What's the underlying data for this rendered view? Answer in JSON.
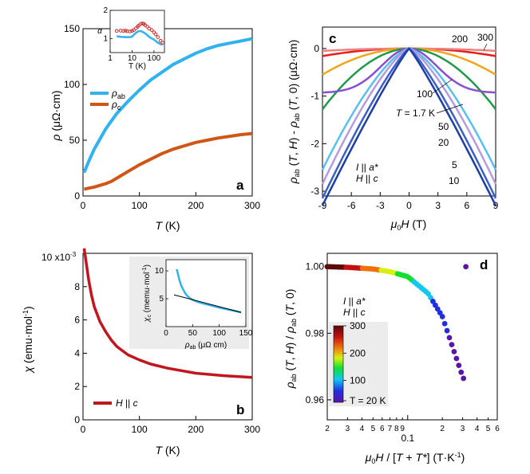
{
  "chart_data": [
    {
      "panel": "a",
      "type": "line",
      "panel_label": "a",
      "xlabel": "T (K)",
      "ylabel": "ρ (μΩ·cm)",
      "xlim": [
        0,
        300
      ],
      "ylim": [
        0,
        150
      ],
      "xticks": [
        0,
        100,
        200,
        300
      ],
      "yticks": [
        0,
        50,
        100,
        150
      ],
      "legend": {
        "placement": "left"
      },
      "series": [
        {
          "name": "ρab",
          "color": "#2fb2ef",
          "x": [
            2,
            10,
            20,
            30,
            40,
            50,
            60,
            80,
            100,
            120,
            140,
            160,
            180,
            200,
            220,
            240,
            260,
            280,
            300
          ],
          "y": [
            21,
            31,
            42,
            51,
            60,
            67,
            74,
            85,
            95,
            104,
            111,
            118,
            123,
            128,
            132,
            135,
            137,
            139,
            141
          ]
        },
        {
          "name": "ρc",
          "color": "#cf5617",
          "x": [
            2,
            10,
            20,
            30,
            40,
            50,
            60,
            80,
            100,
            120,
            140,
            160,
            180,
            200,
            220,
            240,
            260,
            280,
            300
          ],
          "y": [
            6,
            7,
            8,
            9.5,
            11,
            13,
            16,
            22,
            28,
            33,
            38,
            42,
            45,
            48,
            50,
            52,
            53.5,
            55,
            56
          ]
        }
      ],
      "inset": {
        "type": "scatter",
        "xlabel": "T (K)",
        "ylabel": "α",
        "xscale": "log",
        "xlim": [
          1,
          300
        ],
        "ylim": [
          0.5,
          2
        ],
        "xticks": [
          1,
          10,
          100
        ],
        "yticks": [
          1,
          2
        ],
        "series": [
          {
            "color": "#cc2e2e",
            "marker": "open-circle",
            "x": [
              2,
              3,
              4,
              5,
              6,
              8,
              10,
              12,
              15,
              18,
              20,
              25,
              30,
              35,
              40,
              50,
              60,
              80,
              100,
              120,
              150,
              200,
              250
            ],
            "y": [
              1.27,
              1.28,
              1.27,
              1.28,
              1.26,
              1.25,
              1.27,
              1.3,
              1.36,
              1.42,
              1.46,
              1.52,
              1.53,
              1.52,
              1.47,
              1.42,
              1.35,
              1.3,
              1.22,
              1.15,
              1.05,
              0.92,
              0.85
            ]
          },
          {
            "color": "#2fb2ef",
            "marker": "line",
            "x": [
              2,
              3,
              5,
              8,
              10,
              12,
              15,
              20,
              25,
              30,
              40,
              50,
              60,
              80,
              100,
              150,
              200,
              250
            ],
            "y": [
              1.08,
              1.06,
              1.05,
              1.05,
              1.07,
              1.13,
              1.2,
              1.26,
              1.26,
              1.24,
              1.18,
              1.12,
              1.06,
              1.0,
              0.96,
              0.85,
              0.8,
              0.78
            ]
          }
        ]
      }
    },
    {
      "panel": "b",
      "type": "line",
      "panel_label": "b",
      "xlabel": "T (K)",
      "ylabel": "χ (emu·mol⁻¹)",
      "y_multiplier": "10 x10⁻³",
      "xlim": [
        0,
        300
      ],
      "ylim": [
        0,
        10
      ],
      "xticks": [
        0,
        100,
        200,
        300
      ],
      "yticks": [
        0,
        2,
        4,
        6,
        8
      ],
      "legend": {
        "placement": "bottom-left"
      },
      "series": [
        {
          "name": "H || c",
          "color": "#c0161d",
          "x": [
            2,
            5,
            10,
            15,
            20,
            30,
            40,
            50,
            60,
            80,
            100,
            120,
            150,
            200,
            250,
            300
          ],
          "y": [
            10.3,
            9.6,
            8.4,
            7.5,
            6.8,
            5.9,
            5.3,
            4.8,
            4.4,
            3.9,
            3.6,
            3.35,
            3.1,
            2.8,
            2.65,
            2.55
          ]
        }
      ],
      "inset": {
        "type": "line",
        "xlabel": "ρab (μΩ cm)",
        "ylabel": "χc (memu·mol⁻¹)",
        "xlim": [
          0,
          150
        ],
        "ylim": [
          0,
          12
        ],
        "xticks": [
          0,
          50,
          100,
          150
        ],
        "yticks": [
          5,
          10
        ],
        "series": [
          {
            "color": "#2fb2ef",
            "x": [
              20,
              22,
              25,
              28,
              32,
              36,
              40,
              45,
              50,
              60,
              80,
              100,
              120,
              141
            ],
            "y": [
              10.3,
              9.6,
              8.4,
              7.5,
              6.7,
              6.0,
              5.5,
              5.1,
              4.8,
              4.4,
              3.9,
              3.4,
              3.0,
              2.55
            ]
          },
          {
            "color": "#000000",
            "x": [
              15,
              141
            ],
            "y": [
              5.7,
              2.55
            ]
          }
        ]
      }
    },
    {
      "panel": "c",
      "type": "line",
      "panel_label": "c",
      "xlabel": "μ0H (T)",
      "ylabel": "ρab (T, H) − ρab (T, 0) (μΩ·cm)",
      "xlim": [
        -9,
        9
      ],
      "ylim": [
        -3.1,
        0.45
      ],
      "xticks": [
        -9,
        -6,
        -3,
        0,
        3,
        6,
        9
      ],
      "yticks": [
        -3,
        -2,
        -1,
        0
      ],
      "orientation_note": [
        "I || a*",
        "H || c"
      ],
      "curve_labels": [
        "300",
        "200",
        "100",
        "50",
        "20",
        "5",
        "10",
        "T = 1.7 K"
      ],
      "series": [
        {
          "name": "1.7 K",
          "color": "#1d3fa2",
          "shape": "power",
          "a": 3.3,
          "p": 1.1
        },
        {
          "name": "5 K",
          "color": "#3c5fc8",
          "shape": "power",
          "a": 3.15,
          "p": 1.2
        },
        {
          "name": "10 K",
          "color": "#b89ae0",
          "shape": "power",
          "a": 2.85,
          "p": 1.35
        },
        {
          "name": "20 K",
          "color": "#58c0ee",
          "shape": "power",
          "a": 2.55,
          "p": 1.45
        },
        {
          "name": "50 K",
          "color": "#8a4fd0",
          "shape": "saturating",
          "a": 0.72,
          "b": 0.33,
          "c": 0.9
        },
        {
          "name": "100 K",
          "color": "#1f9a48",
          "shape": "power",
          "a": 1.28,
          "p": 1.9
        },
        {
          "name": "200 K",
          "color": "#f2a51a",
          "shape": "power",
          "a": 0.55,
          "p": 2.0
        },
        {
          "name": "300 K",
          "color": "#ef8080",
          "shape": "power",
          "a": 0.05,
          "p": 2.0
        },
        {
          "name": "",
          "color": "#e0201b",
          "shape": "power",
          "a": 0.16,
          "p": 2.0
        }
      ]
    },
    {
      "panel": "d",
      "type": "scatter",
      "panel_label": "d",
      "xlabel": "μ0H / [T + T*] (T·K⁻¹)",
      "ylabel": "ρab (T, H) / ρab (T, 0)",
      "xscale": "log",
      "xlim": [
        0.02,
        0.6
      ],
      "ylim": [
        0.954,
        1.004
      ],
      "xtick_labels": [
        "2",
        "3",
        "4",
        "5",
        "6",
        "7",
        "8",
        "9",
        "0.1",
        "2",
        "3",
        "4",
        "5",
        "6"
      ],
      "xtick_values": [
        0.02,
        0.03,
        0.04,
        0.05,
        0.06,
        0.07,
        0.08,
        0.09,
        0.1,
        0.2,
        0.3,
        0.4,
        0.5,
        0.6
      ],
      "yticks": [
        0.96,
        0.98,
        1.0
      ],
      "ytick_labels": [
        "0.96",
        "0.98",
        "1.00"
      ],
      "orientation_note": [
        "I || a*",
        "H || c"
      ],
      "colorbar": {
        "ticks": [
          300,
          200,
          100
        ],
        "bottom_label": "T = 20 K",
        "colors": [
          "#5b14a8",
          "#2030e0",
          "#10c8f0",
          "#10e030",
          "#d8f010",
          "#f07010",
          "#c01010",
          "#5a0a0a"
        ]
      },
      "scaling": {
        "x": [
          0.02,
          0.03,
          0.05,
          0.07,
          0.1,
          0.15,
          0.2,
          0.25,
          0.3,
          0.32
        ],
        "y": [
          1.0,
          0.9998,
          0.9993,
          0.9985,
          0.997,
          0.992,
          0.985,
          0.975,
          0.967,
          0.965
        ]
      }
    }
  ]
}
